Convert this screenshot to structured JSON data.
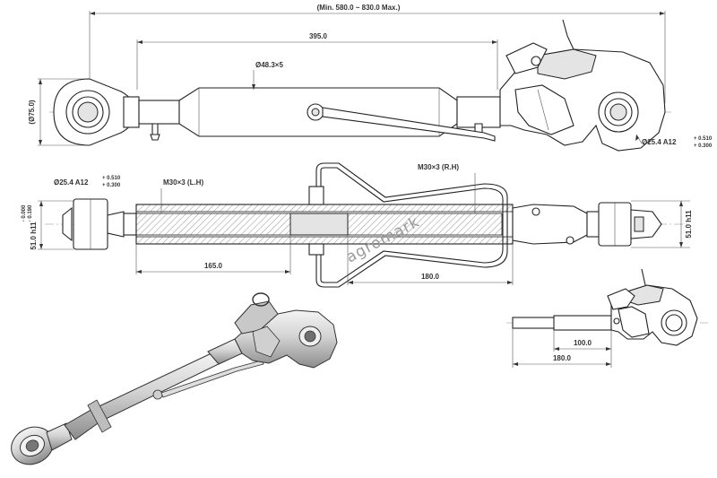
{
  "dimensions": {
    "overall_range": "(Min. 580.0 ~ 830.0 Max.)",
    "body_length": "395.0",
    "tube_diameter": "Ø48.3×5",
    "eye_diameter": "(Ø75.0)",
    "pin_hole_main": "Ø25.4 A12",
    "tol_upper": "+ 0.510",
    "tol_lower": "+ 0.300",
    "thread_left": "M30×3 (L.H)",
    "thread_right": "M30×3 (R.H)",
    "left_width": "51.0 h11",
    "left_width_tol_upper": "- 0.000",
    "left_width_tol_lower": "- 0.190",
    "right_width": "51.0 h11",
    "thread_left_length": "165.0",
    "thread_right_length": "180.0",
    "detail_short": "100.0",
    "detail_long": "180.0"
  },
  "watermark": "agromark",
  "colors": {
    "line": "#222222",
    "shade": "#e4e4e4",
    "watermark": "#9a9a9a"
  }
}
